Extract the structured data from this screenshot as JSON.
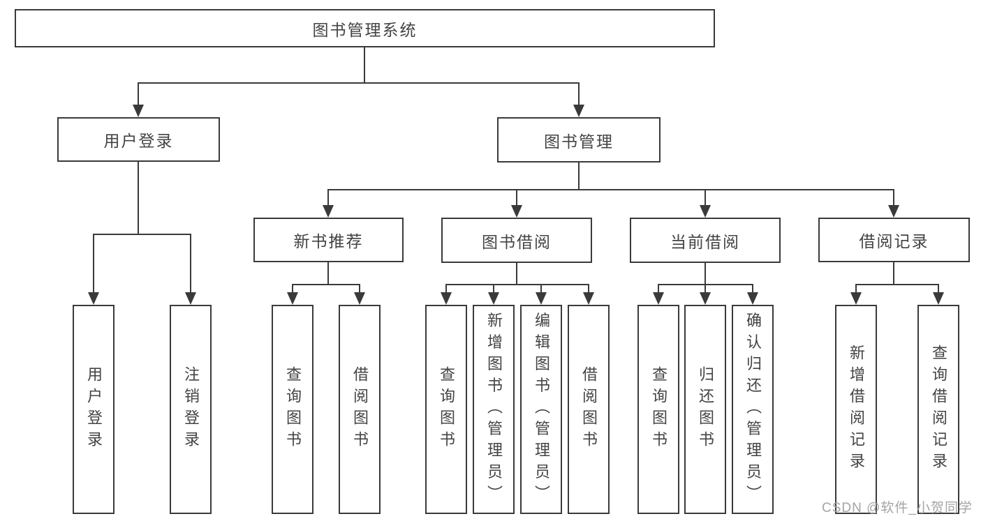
{
  "colors": {
    "line": "#3a3a3a",
    "node_border": "#3a3a3a",
    "node_text": "#434343",
    "background": "#ffffff",
    "watermark_text_color": "#a4a4a4"
  },
  "nodes": {
    "root": "图书管理系统",
    "user_login": "用户登录",
    "book_management": "图书管理",
    "new_book_recommend": "新书推荐",
    "book_borrow": "图书借阅",
    "current_borrow": "当前借阅",
    "borrow_record": "借阅记录",
    "ul_login": "用户登录",
    "ul_logout": "注销登录",
    "nb_query_book": "查询图书",
    "nb_borrow_book": "借阅图书",
    "bb_query_book": "查询图书",
    "bb_add_book": "新增图书（管理员）",
    "bb_edit_book": "编辑图书（管理员）",
    "bb_borrow_book": "借阅图书",
    "cb_query_book": "查询图书",
    "cb_return_book": "归还图书",
    "cb_confirm_return": "确认归还（管理员）",
    "br_add_record": "新增借阅记录",
    "br_query_record": "查询借阅记录"
  },
  "hierarchy": {
    "图书管理系统": {
      "用户登录": [
        "用户登录",
        "注销登录"
      ],
      "图书管理": {
        "新书推荐": [
          "查询图书",
          "借阅图书"
        ],
        "图书借阅": [
          "查询图书",
          "新增图书（管理员）",
          "编辑图书（管理员）",
          "借阅图书"
        ],
        "当前借阅": [
          "查询图书",
          "归还图书",
          "确认归还（管理员）"
        ],
        "借阅记录": [
          "新增借阅记录",
          "查询借阅记录"
        ]
      }
    }
  },
  "watermark": {
    "text": "CSDN @软件_小贺同学"
  }
}
